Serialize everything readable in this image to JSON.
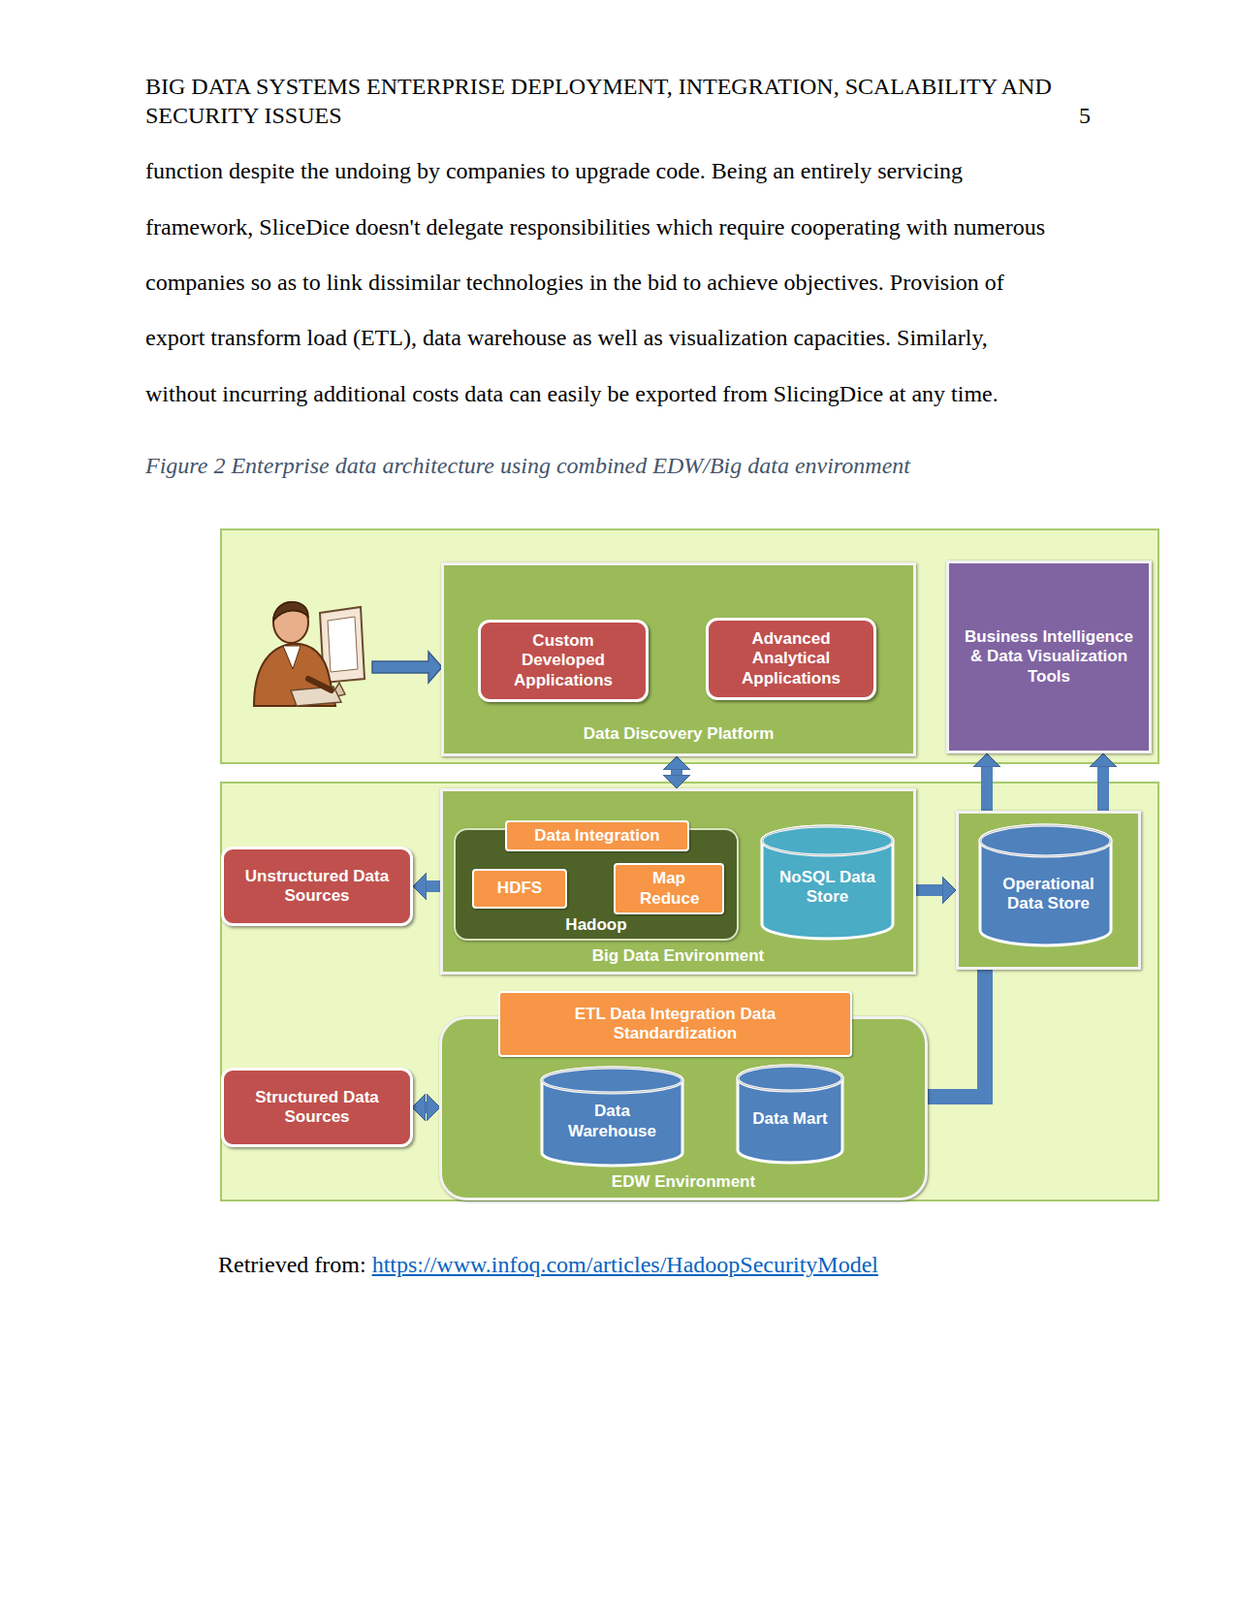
{
  "diagram": {
    "title": "BIG DATA SYSTEMS ENTERPRISE DEPLOYMENT, INTEGRATION, SCALABILITY AND SECURITY ISSUES",
    "caption": "Figure 2 Enterprise data architecture using combined EDW/Big data environment",
    "nodes": [
      {
        "text": [
          "Data Discovery Platform"
        ]
      },
      {
        "text": [
          "Custom Developed Applications"
        ],
        "in": 0
      },
      {
        "text": [
          "Advanced Analytical Applications"
        ],
        "in": 0
      },
      {
        "text": [
          "Business Intelligence & Data Visualization Tools"
        ]
      },
      {
        "text": [
          "Unstructured Data Sources"
        ]
      },
      {
        "text": [
          "Big Data Environment"
        ]
      },
      {
        "text": [
          "Hadoop"
        ],
        "in": 5
      },
      {
        "text": [
          "Data Integration"
        ],
        "in": 6
      },
      {
        "text": [
          "HDFS"
        ],
        "in": 6
      },
      {
        "text": [
          "Map Reduce"
        ],
        "in": 6
      },
      {
        "text": [
          "NoSQL Data Store"
        ],
        "in": 5
      },
      {
        "text": [
          "Operational Data Store"
        ]
      },
      {
        "text": [
          "Structured Data Sources"
        ]
      },
      {
        "text": [
          "EDW Environment"
        ]
      },
      {
        "text": [
          "ETL Data Integration Data Standardization"
        ],
        "in": 13
      },
      {
        "text": [
          "Data Warehouse"
        ],
        "in": 13
      },
      {
        "text": [
          "Data Mart"
        ],
        "in": 13
      }
    ],
    "edges": [
      {
        "from": 0,
        "to": 5,
        "arrow": "both"
      },
      {
        "from": 4,
        "to": 6,
        "arrow": "both"
      },
      {
        "from": 6,
        "to": 10,
        "arrow": "to"
      },
      {
        "from": 10,
        "to": 11,
        "arrow": "both"
      },
      {
        "from": 11,
        "to": 3,
        "arrow": "to"
      },
      {
        "from": 11,
        "to": 3,
        "arrow": "to"
      },
      {
        "from": 12,
        "to": 13,
        "arrow": "both"
      },
      {
        "from": 13,
        "to": 11,
        "arrow": "none"
      }
    ],
    "labels": [
      "5",
      "function despite the undoing by companies to upgrade code. Being an entirely servicing",
      "framework, SliceDice doesn't delegate responsibilities which require cooperating with numerous",
      "companies so as to link dissimilar technologies in the bid to achieve objectives. Provision of",
      "export transform load (ETL), data warehouse as well as visualization capacities. Similarly,",
      "without incurring additional costs data can easily be exported from SlicingDice at any time.",
      "Retrieved from:",
      "https://www.infoq.com/articles/HadoopSecurityModel"
    ]
  }
}
